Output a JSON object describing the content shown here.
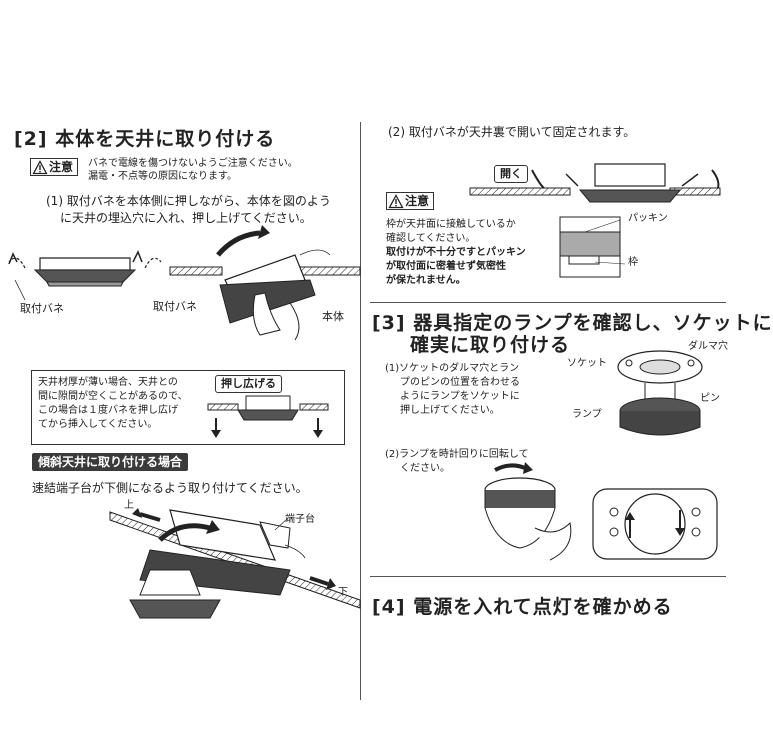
{
  "sec2": {
    "title": "[2] 本体を天井に取り付ける",
    "caution_label": "注意",
    "caution_line1": "バネで電線を傷つけないようご注意ください。",
    "caution_line2": "漏電・不点等の原因になります。",
    "step1_line1": "(1) 取付バネを本体側に押しながら、本体を図のよう",
    "step1_line2": "に天井の埋込穴に入れ、押し上げてください。",
    "label_spring_left": "取付バネ",
    "label_spring_center": "取付バネ",
    "label_body": "本体",
    "thin_line1": "天井材厚が薄い場合、天井との",
    "thin_line2": "間に隙間が空くことがあるので、",
    "thin_line3": "この場合は１度バネを押し広げ",
    "thin_line4": "てから挿入してください。",
    "push_spread": "押し広げる",
    "tilt_heading": "傾斜天井に取り付ける場合",
    "tilt_text": "速結端子台が下側になるよう取り付けてください。",
    "terminal_label": "端子台",
    "upper_mark": "上",
    "lower_mark": "下"
  },
  "sec2b": {
    "step2": "(2) 取付バネが天井裏で開いて固定されます。",
    "open_tag": "開く",
    "caution_label": "注意",
    "c_line1": "枠が天井面に接触しているか",
    "c_line2": "確認してください。",
    "c_line3": "取付けが不十分ですとパッキン",
    "c_line4": "が取付面に密着せず気密性",
    "c_line5": "が保たれません。",
    "packing_label": "パッキン",
    "frame_label": "枠"
  },
  "sec3": {
    "title_line1": "[3] 器具指定のランプを確認し、ソケットに",
    "title_line2": "確実に取り付ける",
    "s1_line1": "(1)ソケットのダルマ穴とラン",
    "s1_line2": "プのピンの位置を合わせる",
    "s1_line3": "ようにランプをソケットに",
    "s1_line4": "押し上げてください。",
    "label_socket": "ソケット",
    "label_daruma": "ダルマ穴",
    "label_pin": "ピン",
    "label_lamp": "ランプ",
    "s2_line1": "(2)ランプを時計回りに回転して",
    "s2_line2": "ください。"
  },
  "sec4": {
    "title": "[4] 電源を入れて点灯を確かめる"
  }
}
